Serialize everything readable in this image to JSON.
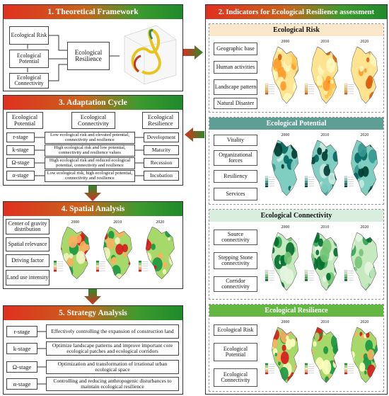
{
  "panel1": {
    "title": "1. Theoretical Framework",
    "items": [
      "Ecological Risk",
      "Ecological Potential",
      "Ecological Connectivity"
    ],
    "result": "Ecological Resilience"
  },
  "panel2": {
    "title": "2. Indicators for Ecological Resilience assessment",
    "risk": {
      "title": "Ecological Risk",
      "items": [
        "Geographic base",
        "Human activities",
        "Landscape pattern",
        "Natural Disaster"
      ]
    },
    "potential": {
      "title": "Ecological Potential",
      "items": [
        "Vitality",
        "Organizational forces",
        "Resiliency",
        "Services"
      ]
    },
    "connectivity": {
      "title": "Ecological Connectivity",
      "items": [
        "Source connectivity",
        "Stepping Stone connectivity",
        "Corridor connectivity"
      ]
    },
    "resilience": {
      "title": "Ecological Resilience",
      "items": [
        "Ecological Risk",
        "Ecological Potential",
        "Ecological Connectivity"
      ]
    },
    "years": [
      "2000",
      "2010",
      "2020"
    ]
  },
  "panel3": {
    "title": "3. Adaptation Cycle",
    "cols": [
      "Ecological Potential",
      "Ecological Connectivity",
      "Ecological Resilience"
    ],
    "rows": [
      {
        "stage": "r-stage",
        "desc": "Low ecological risk and elevated potential, connectivity and resilience",
        "phase": "Development"
      },
      {
        "stage": "k-stage",
        "desc": "High ecological risk and low potential, connectivity and resilience values",
        "phase": "Maturity"
      },
      {
        "stage": "Ω-stage",
        "desc": "High ecological risk and reduced ecological potential, connectivity and resilience",
        "phase": "Recession"
      },
      {
        "stage": "α-stage",
        "desc": "Low ecological risk, high ecological potential, connectivity and resilience",
        "phase": "Incubation"
      }
    ]
  },
  "panel4": {
    "title": "4. Spatial Analysis",
    "items": [
      "Center of gravity distribution",
      "Spatial relevance",
      "Driving factor",
      "Land use intensity"
    ],
    "years": [
      "2000",
      "2010",
      "2020"
    ]
  },
  "panel5": {
    "title": "5. Strategy Analysis",
    "rows": [
      {
        "stage": "r-stage",
        "text": "Effectively controlling the expansion of construction land"
      },
      {
        "stage": "k-stage",
        "text": "Optimize landscape patterns and improve important core ecological patches and ecological corridors"
      },
      {
        "stage": "Ω-stage",
        "text": "Optimization and transformation of irrational urban ecological space"
      },
      {
        "stage": "α-stage",
        "text": "Controlling and reducing anthropogenic disturbances to maintain ecological resilience"
      }
    ]
  },
  "colors": {
    "riskBg": "#fbe7c9",
    "potentialBg": "#5f9e95",
    "connectivityBg": "#d9eedf",
    "resilienceBg": "#64b842"
  }
}
